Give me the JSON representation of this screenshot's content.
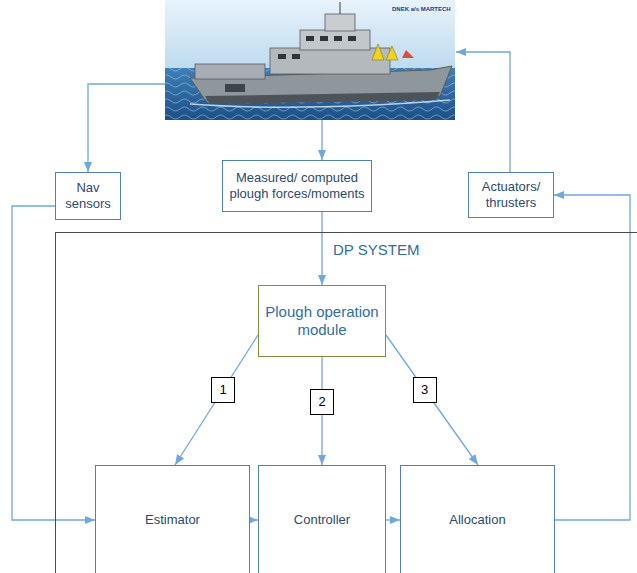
{
  "diagram": {
    "nodes": [
      {
        "text": [
          "Nav sensors"
        ]
      },
      {
        "text": [
          "Measured/ computed plough forces/moments"
        ]
      },
      {
        "text": [
          "Actuators/ thrusters"
        ]
      },
      {
        "text": [
          "DP SYSTEM"
        ]
      },
      {
        "text": [
          "Plough operation module"
        ],
        "in": 3
      },
      {
        "text": [
          "Estimator"
        ],
        "in": 3
      },
      {
        "text": [
          "Controller"
        ],
        "in": 3
      },
      {
        "text": [
          "Allocation"
        ],
        "in": 3
      }
    ],
    "edges": [
      {
        "from": 0,
        "to": 5,
        "arrow": "to"
      },
      {
        "from": 1,
        "to": 4,
        "arrow": "to"
      },
      {
        "from": 4,
        "to": 5,
        "label": "1",
        "arrow": "to"
      },
      {
        "from": 4,
        "to": 6,
        "label": "2",
        "arrow": "to"
      },
      {
        "from": 4,
        "to": 7,
        "label": "3",
        "arrow": "to"
      },
      {
        "from": 5,
        "to": 6,
        "arrow": "to"
      },
      {
        "from": 6,
        "to": 7,
        "arrow": "to"
      },
      {
        "from": 7,
        "to": 2,
        "arrow": "to"
      }
    ],
    "labels": [
      "DNEK a/s MARTECH"
    ]
  }
}
